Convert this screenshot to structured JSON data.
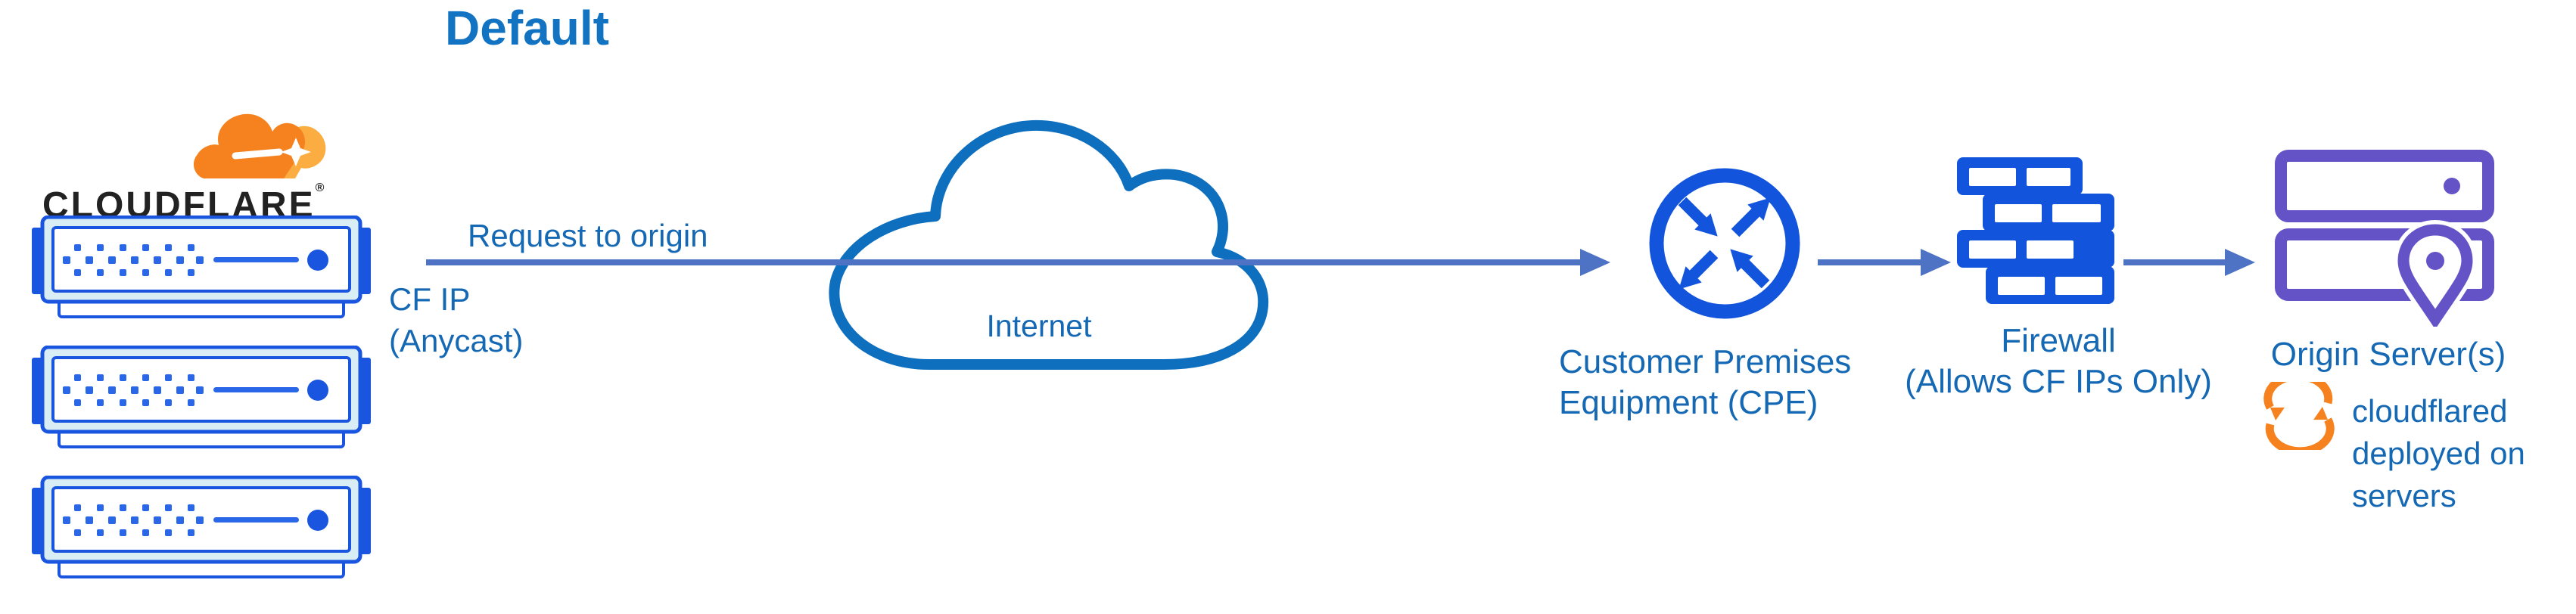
{
  "diagram": {
    "title": "Default",
    "brand": {
      "wordmark": "CLOUDFLARE",
      "registered_mark": "®"
    },
    "flow": {
      "request_label": "Request to origin",
      "ip_label_line1": "CF IP",
      "ip_label_line2": "(Anycast)"
    },
    "internet": {
      "label": "Internet"
    },
    "cpe": {
      "label_line1": "Customer Premises",
      "label_line2": "Equipment (CPE)"
    },
    "firewall": {
      "label_line1": "Firewall",
      "label_line2": "(Allows CF IPs Only)"
    },
    "origin": {
      "label": "Origin Server(s)",
      "annotation_line1": "cloudflared",
      "annotation_line2": "deployed on",
      "annotation_line3": "servers"
    },
    "icons": [
      "cloudflare-logo-cloud-icon",
      "edge-server-icon",
      "internet-cloud-icon",
      "cpe-router-icon",
      "firewall-brick-icon",
      "origin-servers-icon",
      "location-pin-icon",
      "sync-arrows-icon"
    ],
    "colors": {
      "title_blue": "#1173C2",
      "label_blue": "#1568B3",
      "arrow_slate_blue": "#4E73C5",
      "icon_royal_blue": "#1254DC",
      "server_border_blue": "#1A55E0",
      "server_fill_light": "#D8EDF4",
      "server_dot_blue": "#2966E8",
      "internet_cloud_outline": "#0E6FBF",
      "origin_purple": "#6452C7",
      "cloudflare_orange": "#F6821F",
      "cloudflare_orange_light": "#FBAD41",
      "wordmark_black": "#222222"
    }
  }
}
